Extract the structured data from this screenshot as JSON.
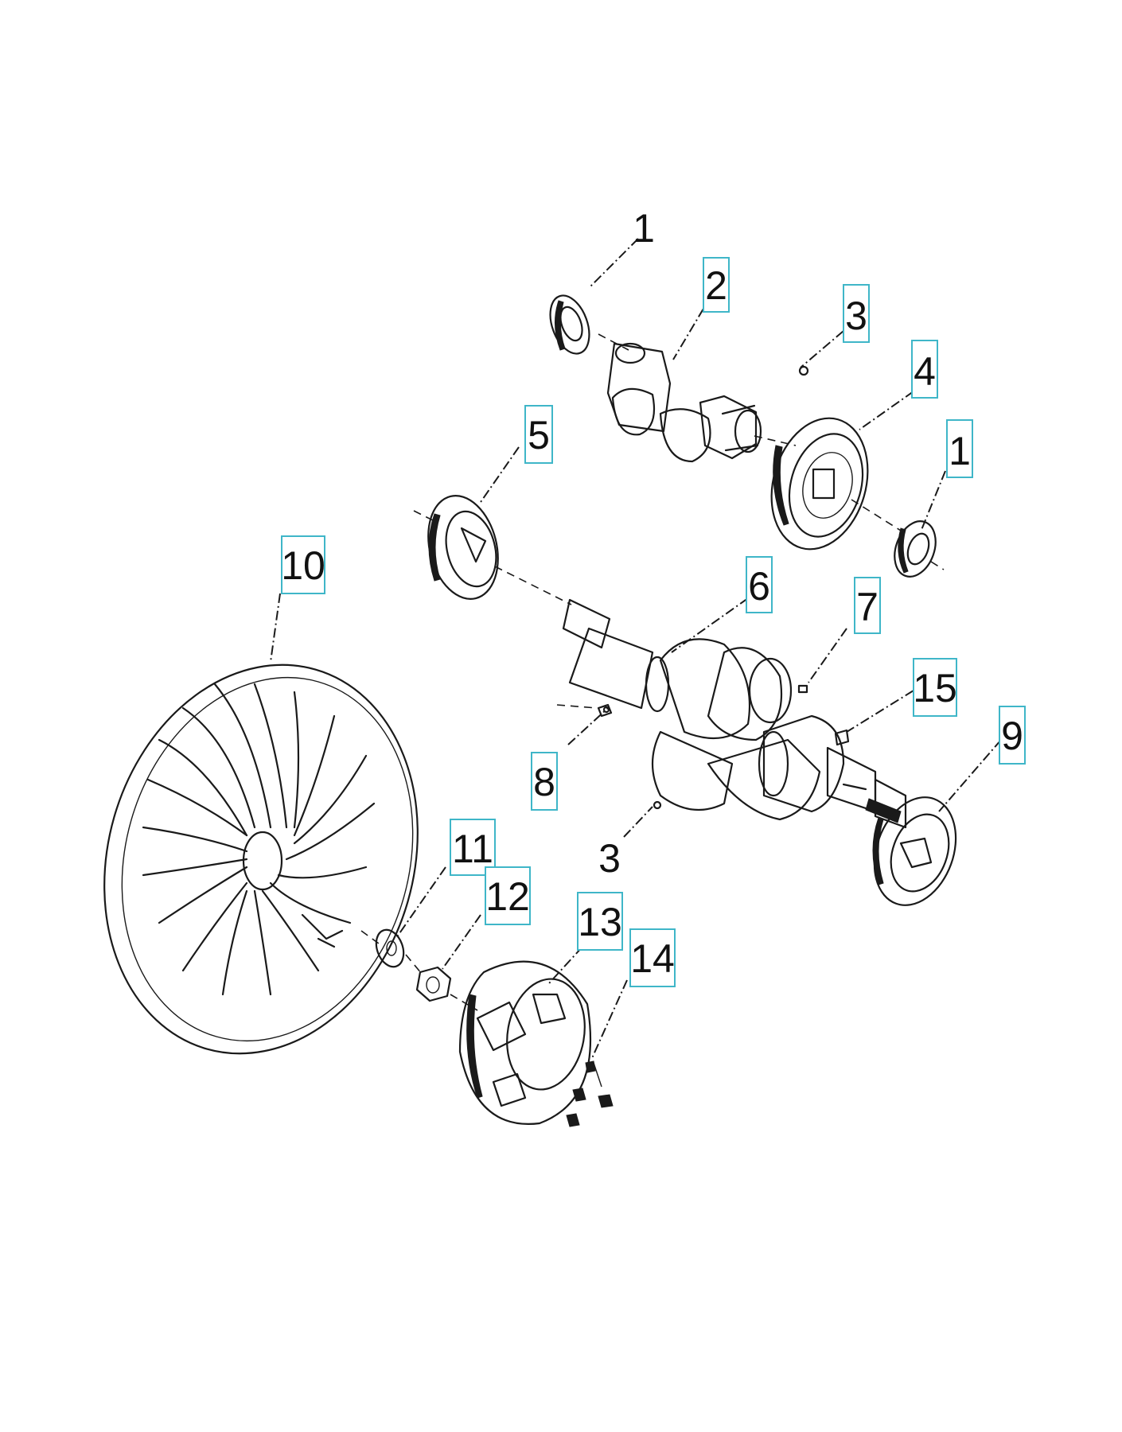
{
  "callouts": [
    {
      "id": "c1a",
      "label": "1",
      "linked": false
    },
    {
      "id": "c2",
      "label": "2",
      "linked": true
    },
    {
      "id": "c3a",
      "label": "3",
      "linked": true
    },
    {
      "id": "c4",
      "label": "4",
      "linked": true
    },
    {
      "id": "c1b",
      "label": "1",
      "linked": true
    },
    {
      "id": "c5",
      "label": "5",
      "linked": true
    },
    {
      "id": "c10",
      "label": "10",
      "linked": true
    },
    {
      "id": "c6",
      "label": "6",
      "linked": true
    },
    {
      "id": "c7",
      "label": "7",
      "linked": true
    },
    {
      "id": "c15",
      "label": "15",
      "linked": true
    },
    {
      "id": "c9",
      "label": "9",
      "linked": true
    },
    {
      "id": "c8",
      "label": "8",
      "linked": true
    },
    {
      "id": "c3b",
      "label": "3",
      "linked": false
    },
    {
      "id": "c11",
      "label": "11",
      "linked": true
    },
    {
      "id": "c12",
      "label": "12",
      "linked": true
    },
    {
      "id": "c13",
      "label": "13",
      "linked": true
    },
    {
      "id": "c14",
      "label": "14",
      "linked": true
    }
  ],
  "colors": {
    "link_box": "#3fb6c8",
    "line": "#1a1a1a"
  }
}
